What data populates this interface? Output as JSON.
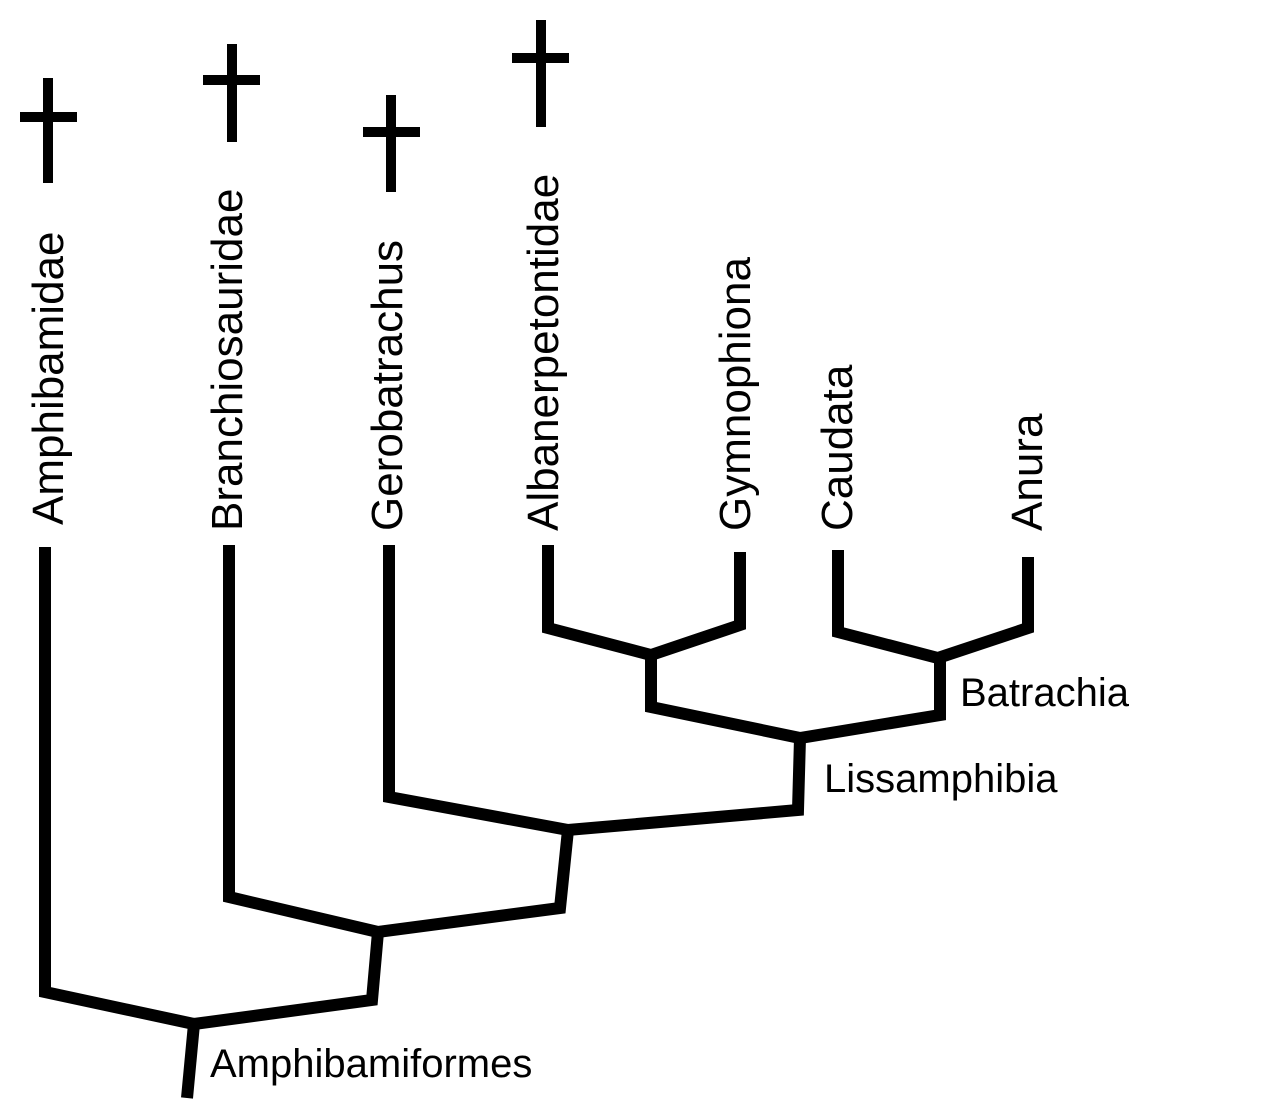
{
  "colors": {
    "line": "#000000",
    "text": "#000000",
    "background": "#ffffff"
  },
  "tree": {
    "taxa": [
      {
        "name": "Amphibamidae",
        "extinct": true
      },
      {
        "name": "Branchiosauridae",
        "extinct": true
      },
      {
        "name": "Gerobatrachus",
        "extinct": true
      },
      {
        "name": "Albanerpetontidae",
        "extinct": true
      },
      {
        "name": "Gymnophiona",
        "extinct": false
      },
      {
        "name": "Caudata",
        "extinct": false
      },
      {
        "name": "Anura",
        "extinct": false
      }
    ],
    "clades": [
      {
        "name": "Batrachia",
        "members": [
          "Caudata",
          "Anura"
        ]
      },
      {
        "name": "Lissamphibia",
        "members": [
          "Albanerpetontidae",
          "Gymnophiona",
          "Caudata",
          "Anura"
        ]
      },
      {
        "name": "Amphibamiformes",
        "members": [
          "Amphibamidae",
          "Branchiosauridae",
          "Gerobatrachus",
          "Albanerpetontidae",
          "Gymnophiona",
          "Caudata",
          "Anura"
        ]
      }
    ],
    "extinct_marker_icon": "dagger-icon"
  }
}
